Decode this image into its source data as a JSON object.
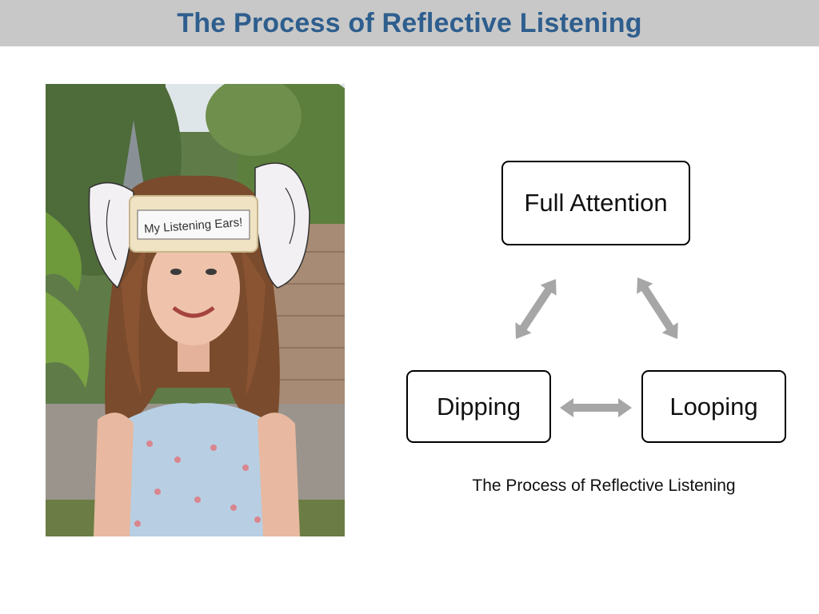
{
  "slide": {
    "title": "The Process of Reflective Listening",
    "caption": "The Process of Reflective Listening"
  },
  "photo": {
    "headband_text": "My Listening Ears!"
  },
  "diagram": {
    "nodes": {
      "top": "Full Attention",
      "left": "Dipping",
      "right": "Looping"
    },
    "connections": [
      {
        "from": "Full Attention",
        "to": "Dipping",
        "direction": "bidirectional"
      },
      {
        "from": "Full Attention",
        "to": "Looping",
        "direction": "bidirectional"
      },
      {
        "from": "Dipping",
        "to": "Looping",
        "direction": "bidirectional"
      }
    ],
    "arrow_color": "#a6a6a6"
  },
  "colors": {
    "title_text": "#2e5e8e",
    "title_bar": "#c8c8c8",
    "node_border": "#000000"
  }
}
